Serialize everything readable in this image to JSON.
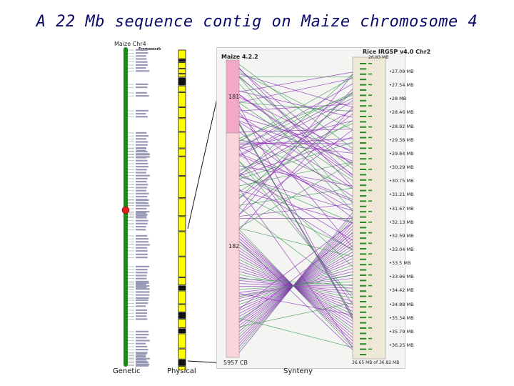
{
  "title": "A 22 Mb sequence contig on Maize chromosome 4",
  "genetic": {
    "chromosome_label": "Maize Chr4",
    "framework_label": "Framework",
    "bottom_label": "Genetic"
  },
  "physical": {
    "bottom_label": "Physical"
  },
  "synteny": {
    "bottom_label": "Synteny",
    "maize_header": "Maize 4.2.2",
    "rice_header": "Rice IRGSP v4.0 Chr2",
    "rice_top_value": "26.83 MB",
    "bin_181": "181",
    "bin_182": "182",
    "maize_end": "5957 CB",
    "rice_footer": "36.65 MB of 36.82 MB",
    "rice_ticks": [
      "27.09 MB",
      "27.54 MB",
      "28 MB",
      "28.46 MB",
      "28.92 MB",
      "29.38 MB",
      "29.84 MB",
      "30.29 MB",
      "30.75 MB",
      "31.21 MB",
      "31.67 MB",
      "32.13 MB",
      "32.59 MB",
      "33.04 MB",
      "33.5 MB",
      "33.96 MB",
      "34.42 MB",
      "34.88 MB",
      "35.34 MB",
      "35.79 MB",
      "36.25 MB"
    ]
  },
  "colors": {
    "title": "#0a0a6a",
    "chromosome": "#1a8a1a",
    "contig_yellow": "#ffff00",
    "maize_bin_181": "#f4a8c8",
    "maize_bin_182": "#fcd4dc",
    "rice_chr": "#f0e8d6",
    "synteny_purple": "#8a2bb8",
    "synteny_green": "#3a9a50",
    "locus_marker": "#e02020"
  }
}
